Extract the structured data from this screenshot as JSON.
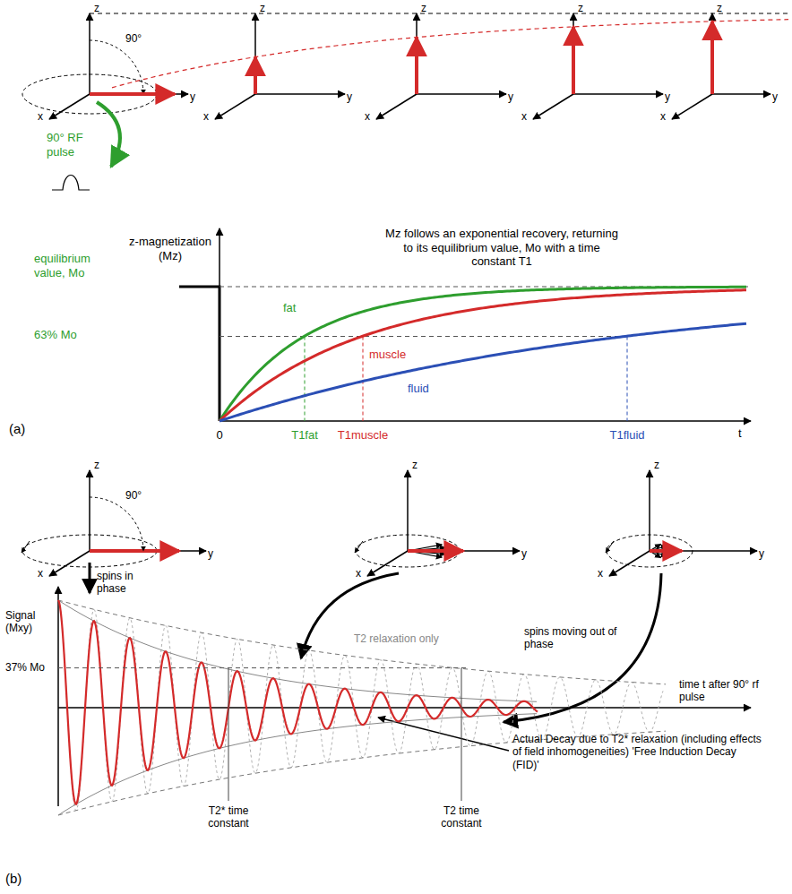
{
  "diagram": {
    "labels": [
      "z",
      "y",
      "x",
      "z",
      "y",
      "x",
      "z",
      "y",
      "x",
      "z",
      "y",
      "x",
      "z",
      "y",
      "x",
      "90°",
      "90° RF pulse",
      "Mz follows an exponential recovery, returning to its equilibrium value, Mo with a time constant T1",
      "z-magnetization (Mz)",
      "equilibrium value, Mo",
      "63% Mo",
      "fat",
      "muscle",
      "fluid",
      "0",
      "T1fat",
      "T1muscle",
      "T1fluid",
      "t",
      "(a)",
      "z",
      "y",
      "x",
      "z",
      "y",
      "x",
      "z",
      "y",
      "x",
      "90°",
      "spins in phase",
      "Signal (Mxy)",
      "37% Mo",
      "T2 relaxation only",
      "spins moving out of phase",
      "time t after 90° rf pulse",
      "Actual Decay due to T2* relaxation (including effects of field inhomogeneities) 'Free Induction Decay (FID)'",
      "T2* time constant",
      "T2 time constant",
      "(b)"
    ]
  }
}
